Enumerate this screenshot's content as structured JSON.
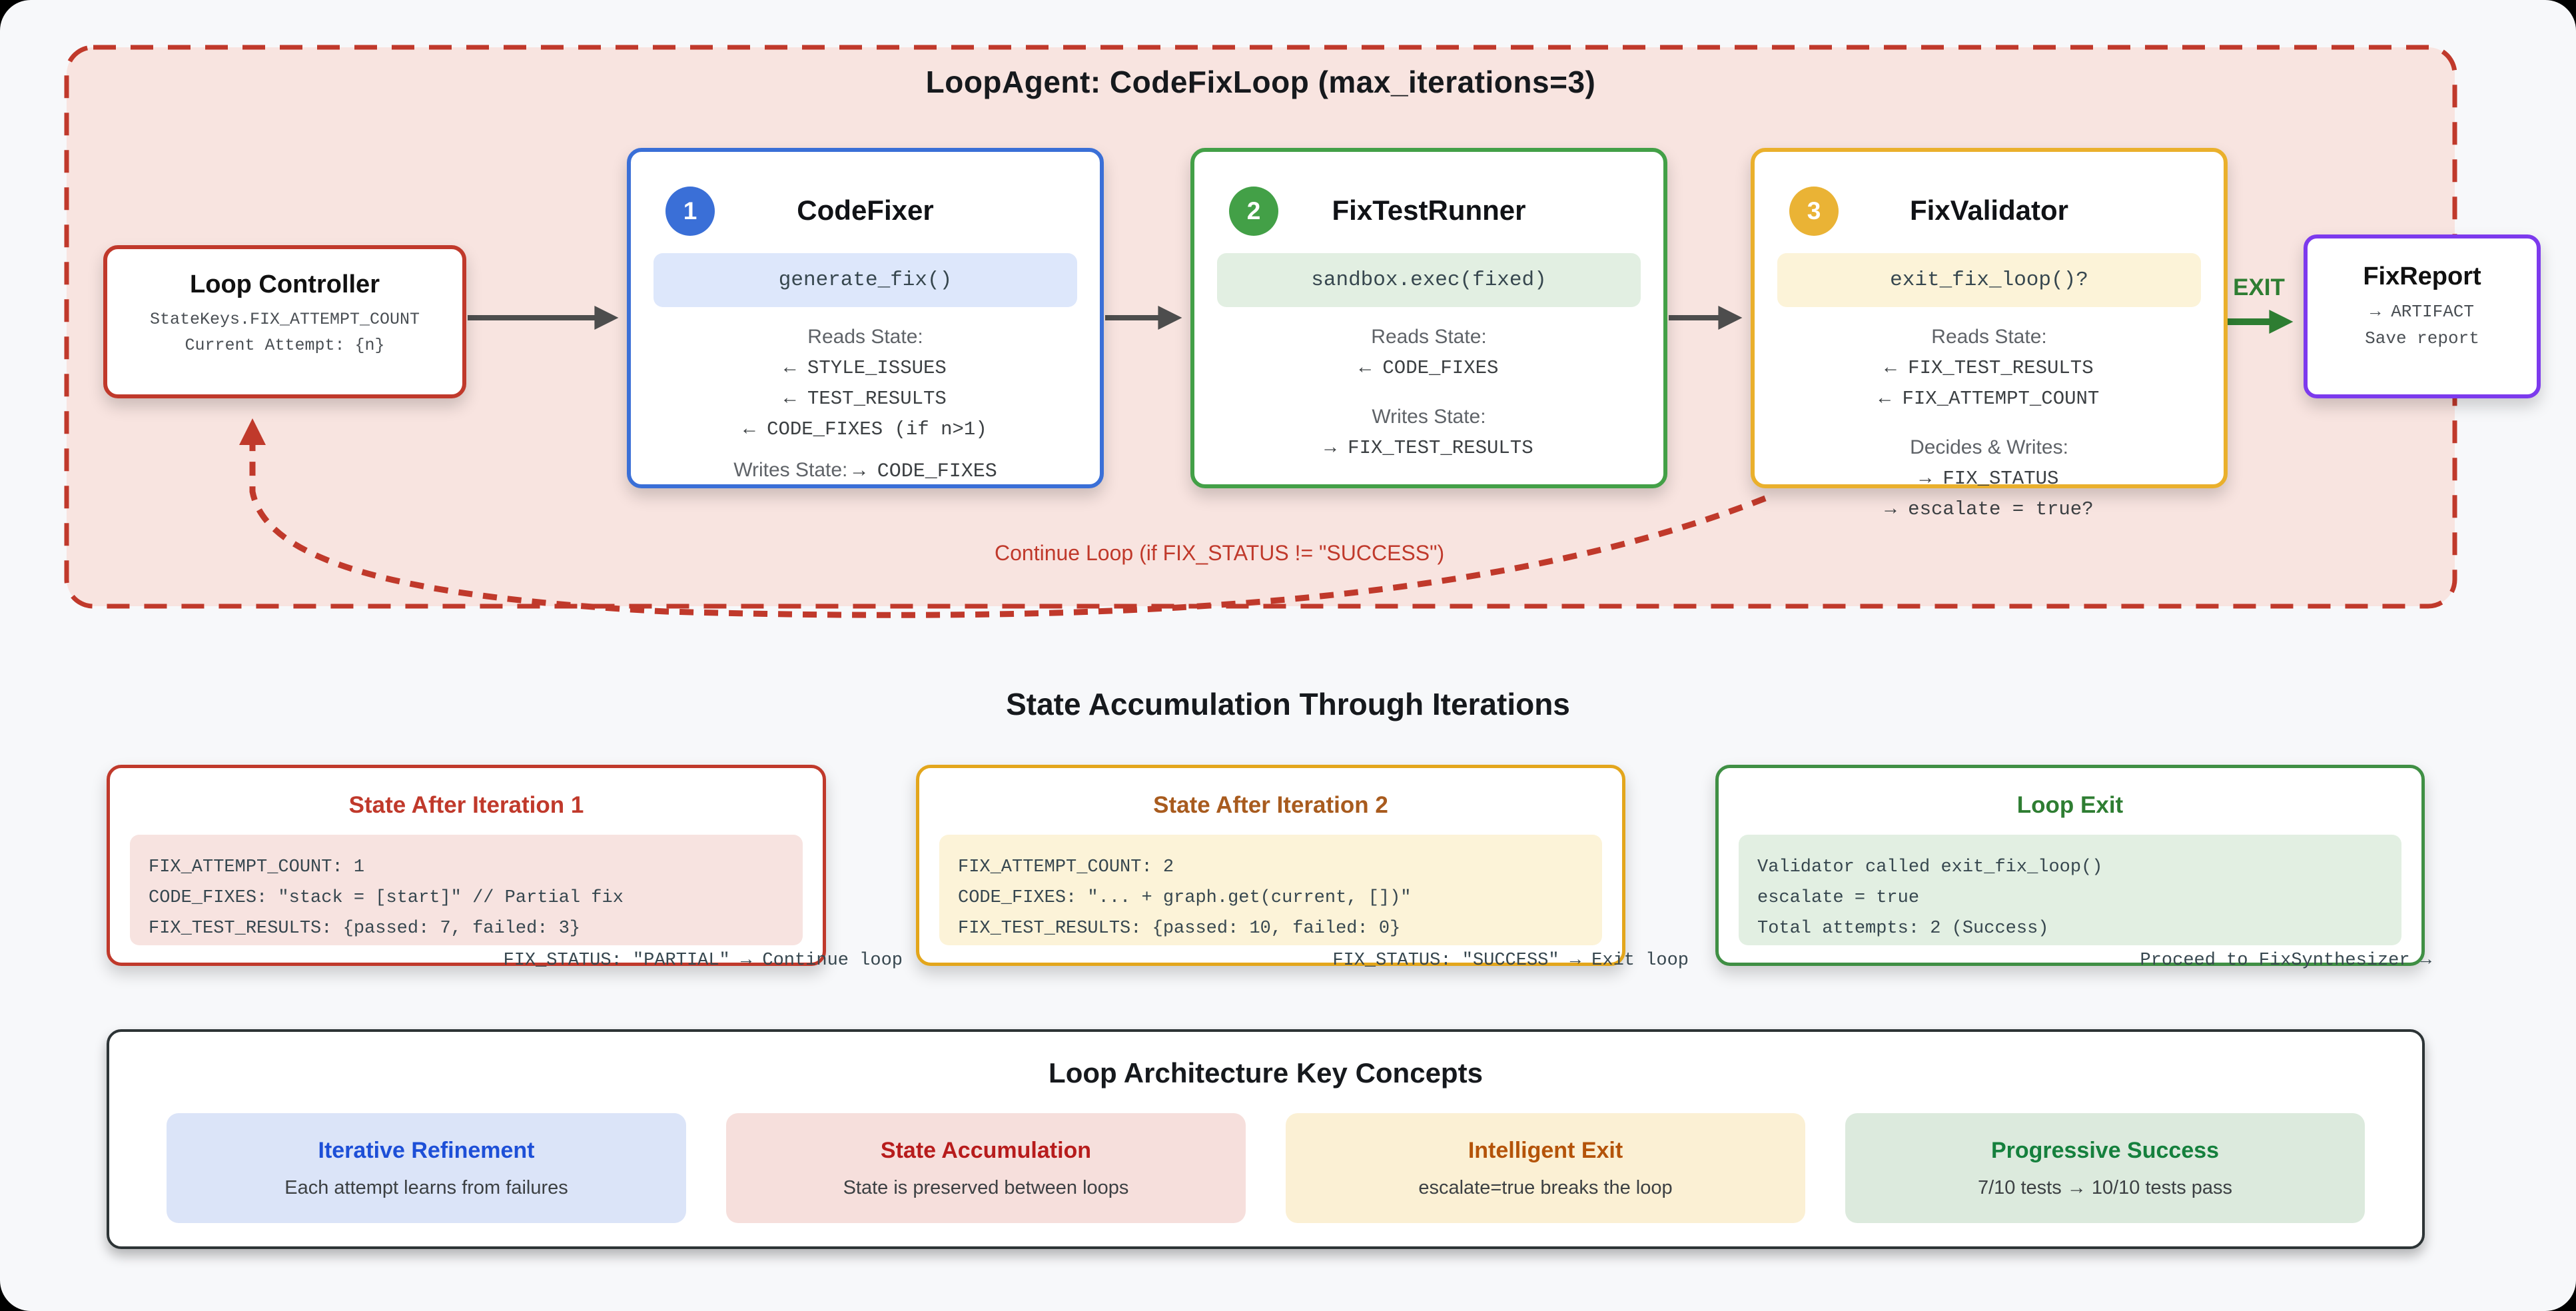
{
  "loop": {
    "title": "LoopAgent: CodeFixLoop (max_iterations=3)",
    "controller": {
      "title": "Loop Controller",
      "line1": "StateKeys.FIX_ATTEMPT_COUNT",
      "line2": "Current Attempt: {n}"
    },
    "agents": [
      {
        "num": "1",
        "title": "CodeFixer",
        "code": "generate_fix()",
        "reads_label": "Reads State:",
        "reads": [
          "← STYLE_ISSUES",
          "← TEST_RESULTS",
          "← CODE_FIXES (if n>1)"
        ],
        "writes_label": "Writes State:",
        "writes_inline": "→ CODE_FIXES"
      },
      {
        "num": "2",
        "title": "FixTestRunner",
        "code": "sandbox.exec(fixed)",
        "reads_label": "Reads State:",
        "reads": [
          "← CODE_FIXES"
        ],
        "writes_label": "Writes State:",
        "writes": [
          "→ FIX_TEST_RESULTS"
        ]
      },
      {
        "num": "3",
        "title": "FixValidator",
        "code": "exit_fix_loop()?",
        "reads_label": "Reads State:",
        "reads": [
          "← FIX_TEST_RESULTS",
          "← FIX_ATTEMPT_COUNT"
        ],
        "writes_label": "Decides & Writes:",
        "writes": [
          "→ FIX_STATUS",
          "→ escalate = true?"
        ]
      }
    ],
    "exit_label": "EXIT",
    "report": {
      "title": "FixReport",
      "line1": "→ ARTIFACT",
      "line2": "Save report"
    },
    "continue_label": "Continue Loop (if FIX_STATUS != \"SUCCESS\")"
  },
  "state_section": {
    "title": "State Accumulation Through Iterations",
    "boxes": [
      {
        "title": "State After Iteration 1",
        "line1": "FIX_ATTEMPT_COUNT: 1",
        "line2": "CODE_FIXES: \"stack = [start]\" // Partial fix",
        "line3": "FIX_TEST_RESULTS: {passed: 7, failed: 3}",
        "overflow_line": "FIX_STATUS: \"PARTIAL\" → Continue loop"
      },
      {
        "title": "State After Iteration 2",
        "line1": "FIX_ATTEMPT_COUNT: 2",
        "line2": "CODE_FIXES: \"... + graph.get(current, [])\"",
        "line3": "FIX_TEST_RESULTS: {passed: 10, failed: 0}",
        "overflow_line": "FIX_STATUS: \"SUCCESS\" → Exit loop"
      },
      {
        "title": "Loop Exit",
        "line1": "Validator called exit_fix_loop()",
        "line2": "escalate = true",
        "line3": "Total attempts: 2 (Success)",
        "overflow_line": "Proceed to FixSynthesizer →"
      }
    ]
  },
  "concepts": {
    "title": "Loop Architecture Key Concepts",
    "items": [
      {
        "title": "Iterative Refinement",
        "desc": "Each attempt learns from failures"
      },
      {
        "title": "State Accumulation",
        "desc": "State is preserved between loops"
      },
      {
        "title": "Intelligent Exit",
        "desc": "escalate=true breaks the loop"
      },
      {
        "title": "Progressive Success",
        "desc": "7/10 tests → 10/10 tests pass"
      }
    ]
  },
  "colors": {
    "loop_border": "#c0392b",
    "loop_fill": "#f8e4e0",
    "blue_accent": "#3a6fd7",
    "green_accent": "#43a047",
    "amber_accent": "#eab02c",
    "purple_accent": "#7c3aed",
    "exit_green": "#2e7d32",
    "arrow_gray": "#4d4d4d",
    "page_bg": "#f7f8fa"
  }
}
